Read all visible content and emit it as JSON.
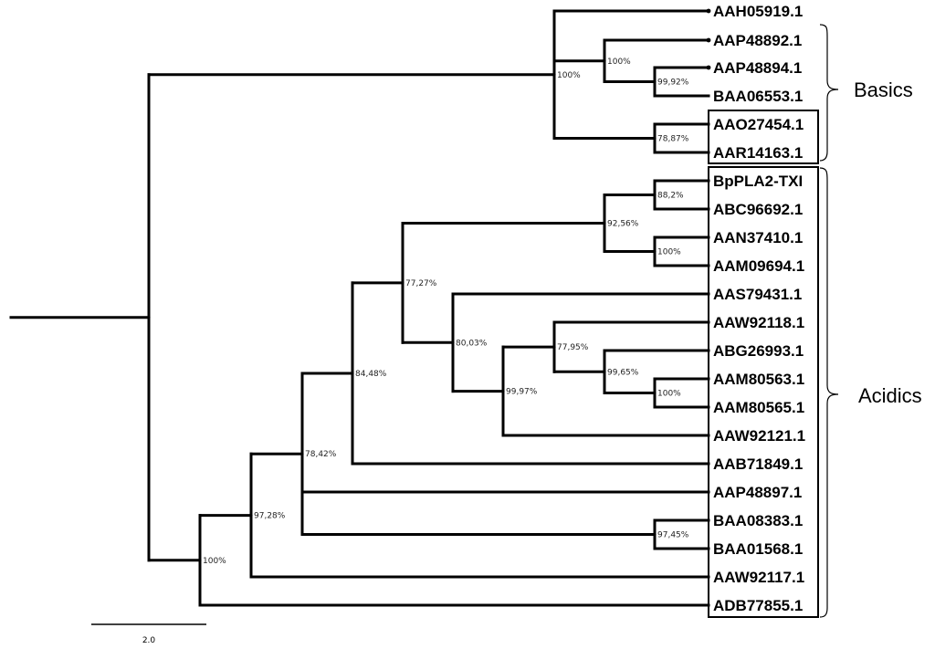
{
  "leaves": [
    {
      "id": "l0",
      "label": "AAH05919.1"
    },
    {
      "id": "l1",
      "label": "AAP48892.1"
    },
    {
      "id": "l2",
      "label": "AAP48894.1"
    },
    {
      "id": "l3",
      "label": "BAA06553.1"
    },
    {
      "id": "l4",
      "label": "AAO27454.1"
    },
    {
      "id": "l5",
      "label": "AAR14163.1"
    },
    {
      "id": "l6",
      "label": "BpPLA2-TXI"
    },
    {
      "id": "l7",
      "label": "ABC96692.1"
    },
    {
      "id": "l8",
      "label": "AAN37410.1"
    },
    {
      "id": "l9",
      "label": "AAM09694.1"
    },
    {
      "id": "l10",
      "label": "AAS79431.1"
    },
    {
      "id": "l11",
      "label": "AAW92118.1"
    },
    {
      "id": "l12",
      "label": "ABG26993.1"
    },
    {
      "id": "l13",
      "label": "AAM80563.1"
    },
    {
      "id": "l14",
      "label": "AAM80565.1"
    },
    {
      "id": "l15",
      "label": "AAW92121.1"
    },
    {
      "id": "l16",
      "label": "AAB71849.1"
    },
    {
      "id": "l17",
      "label": "AAP48897.1"
    },
    {
      "id": "l18",
      "label": "BAA08383.1"
    },
    {
      "id": "l19",
      "label": "BAA01568.1"
    },
    {
      "id": "l20",
      "label": "AAW92117.1"
    },
    {
      "id": "l21",
      "label": "ADB77855.1"
    }
  ],
  "clades": [
    {
      "id": "root",
      "children": [
        "basic",
        "acidic"
      ]
    },
    {
      "id": "basic",
      "support": "100%",
      "children": [
        "l0",
        "b1",
        "b4"
      ]
    },
    {
      "id": "b1",
      "support": "100%",
      "children": [
        "l1",
        "b2"
      ]
    },
    {
      "id": "b2",
      "support": "99,92%",
      "children": [
        "l2",
        "l3"
      ]
    },
    {
      "id": "b4",
      "support": "78,87%",
      "children": [
        "l4",
        "l5"
      ]
    },
    {
      "id": "acidic",
      "support": "100%",
      "children": [
        "a2",
        "l21"
      ]
    },
    {
      "id": "a2",
      "support": "97,28%",
      "children": [
        "a3",
        "l20"
      ]
    },
    {
      "id": "a3",
      "support": "78,42%",
      "children": [
        "a4",
        "l17",
        "a12"
      ]
    },
    {
      "id": "a12",
      "support": "97,45%",
      "children": [
        "l18",
        "l19"
      ]
    },
    {
      "id": "a4",
      "support": "84,48%",
      "children": [
        "a5",
        "l16"
      ]
    },
    {
      "id": "a5",
      "support": "77,27%",
      "children": [
        "a6",
        "a7"
      ]
    },
    {
      "id": "a6",
      "support": "92,56%",
      "children": [
        "a6a",
        "a6b"
      ]
    },
    {
      "id": "a6a",
      "support": "88,2%",
      "children": [
        "l6",
        "l7"
      ]
    },
    {
      "id": "a6b",
      "support": "100%",
      "children": [
        "l8",
        "l9"
      ]
    },
    {
      "id": "a7",
      "support": "80,03%",
      "children": [
        "l10",
        "a8"
      ]
    },
    {
      "id": "a8",
      "support": "99,97%",
      "children": [
        "a9",
        "l15"
      ]
    },
    {
      "id": "a9",
      "support": "77,95%",
      "children": [
        "l11",
        "a10"
      ]
    },
    {
      "id": "a10",
      "support": "99,65%",
      "children": [
        "l12",
        "a11"
      ]
    },
    {
      "id": "a11",
      "support": "100%",
      "children": [
        "l13",
        "l14"
      ]
    }
  ],
  "groups": {
    "basics_label": "Basics",
    "acidics_label": "Acidics"
  },
  "scale_bar": {
    "label": "2.0"
  }
}
